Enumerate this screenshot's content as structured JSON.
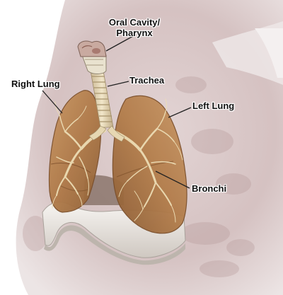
{
  "diagram": {
    "labels": {
      "oral_cavity_line1": "Oral Cavity/",
      "oral_cavity_line2": "Pharynx",
      "right_lung": "Right Lung",
      "trachea": "Trachea",
      "left_lung": "Left Lung",
      "bronchi": "Bronchi"
    },
    "colors": {
      "background_torso": "#c9b3b3",
      "lung_fill": "#b9824f",
      "lung_edge": "#8a5a30",
      "airway": "#e8d9b8",
      "diaphragm": "#e9e4df",
      "leader_line": "#222222"
    }
  }
}
